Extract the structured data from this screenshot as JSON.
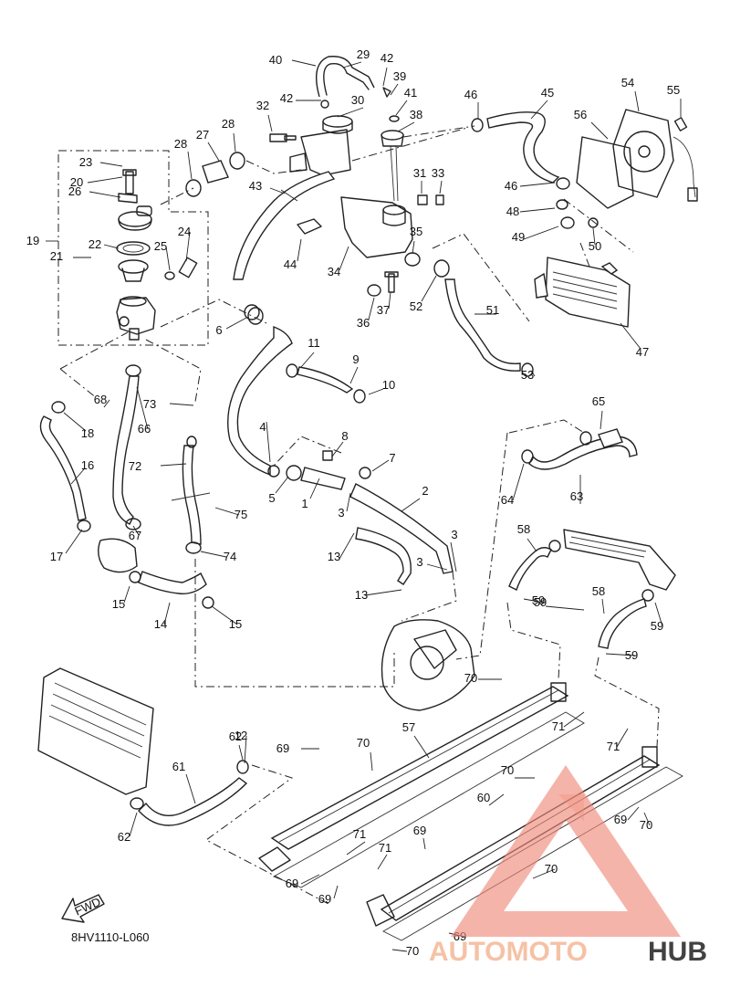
{
  "diagram": {
    "code": "8HV1110-L060",
    "fwd_label": "FWD",
    "callouts": [
      "1",
      "2",
      "3",
      "3",
      "3",
      "4",
      "5",
      "6",
      "7",
      "8",
      "9",
      "10",
      "11",
      "12",
      "13",
      "13",
      "14",
      "15",
      "15",
      "16",
      "17",
      "18",
      "19",
      "20",
      "21",
      "22",
      "23",
      "24",
      "25",
      "26",
      "27",
      "28",
      "28",
      "29",
      "30",
      "31",
      "32",
      "33",
      "34",
      "35",
      "36",
      "37",
      "38",
      "39",
      "40",
      "41",
      "42",
      "42",
      "43",
      "44",
      "45",
      "46",
      "46",
      "47",
      "48",
      "49",
      "50",
      "51",
      "52",
      "53",
      "54",
      "55",
      "56",
      "57",
      "58",
      "58",
      "59",
      "59",
      "59",
      "59",
      "60",
      "61",
      "62",
      "62",
      "63",
      "64",
      "65",
      "66",
      "67",
      "68",
      "69",
      "69",
      "69",
      "69",
      "69",
      "69",
      "70",
      "70",
      "70",
      "70",
      "70",
      "70",
      "71",
      "71",
      "71",
      "71",
      "72",
      "73",
      "74",
      "75"
    ]
  },
  "watermark": {
    "brand_a": "AUTOMOTO",
    "brand_b": "HUB",
    "colors": {
      "accent": "#f08a7a",
      "text_a": "#f4b896",
      "text_b": "#222222"
    }
  }
}
